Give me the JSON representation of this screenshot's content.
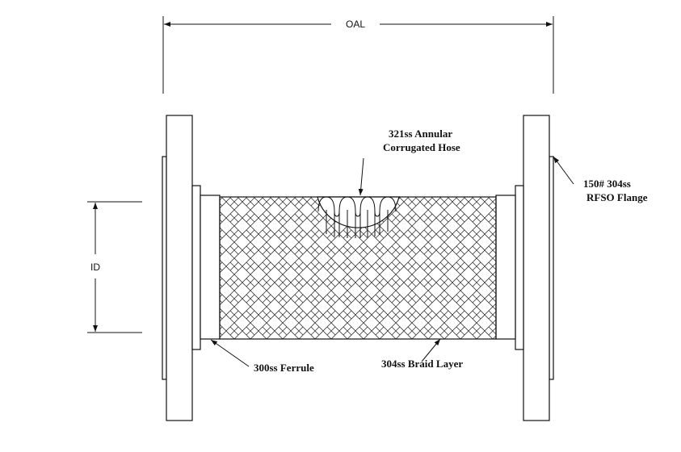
{
  "dimensions": {
    "overall_length": "OAL",
    "inner_diameter": "ID"
  },
  "callouts": {
    "hose": [
      "321ss Annular",
      "Corrugated Hose"
    ],
    "flange": [
      "150# 304ss",
      "RFSO Flange"
    ],
    "ferrule": "300ss Ferrule",
    "braid": "304ss Braid Layer"
  },
  "colors": {
    "line": "#111111",
    "background": "#ffffff"
  }
}
